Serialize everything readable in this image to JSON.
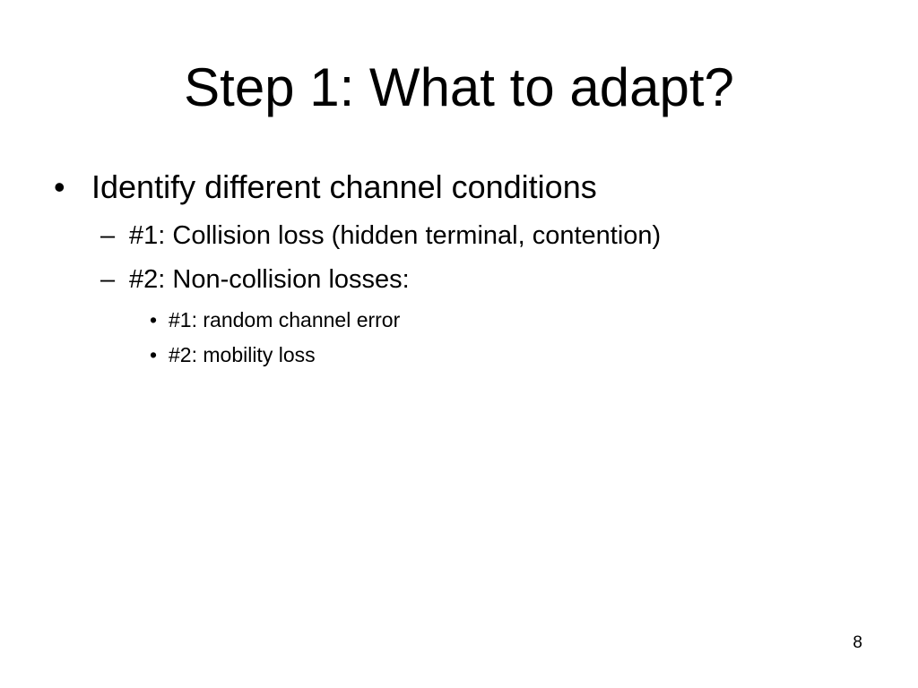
{
  "slide": {
    "title": "Step 1: What to adapt?",
    "page_number": "8",
    "bullets": [
      {
        "marker": "•",
        "text": "Identify different channel conditions",
        "subitems": [
          {
            "marker": "–",
            "text": "#1: Collision loss (hidden terminal, contention)"
          },
          {
            "marker": "–",
            "text": "#2: Non-collision losses:",
            "subitems": [
              {
                "marker": "•",
                "text": "#1: random channel error"
              },
              {
                "marker": "•",
                "text": "#2: mobility loss"
              }
            ]
          }
        ]
      }
    ]
  }
}
